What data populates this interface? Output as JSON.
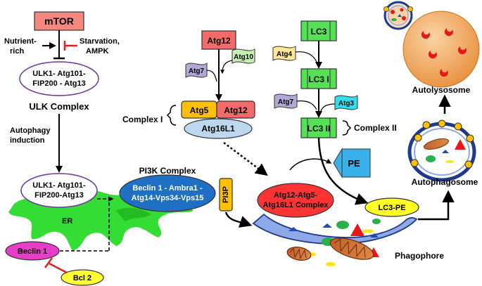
{
  "mtor": {
    "label": "mTOR"
  },
  "inputs": {
    "nutrient_line1": "Nutrient-",
    "nutrient_line2": "rich",
    "starvation_line1": "Starvation,",
    "starvation_line2": "AMPK"
  },
  "ulk_complex": {
    "line1": "ULK1- Atg101-",
    "line2": "FIP200 - Atg13",
    "title": "ULK Complex"
  },
  "autophagy_induction": {
    "line1": "Autophagy",
    "line2": "induction"
  },
  "ulk_active": {
    "line1": "ULK1- Atg101-",
    "line2": "FIP200-Atg13"
  },
  "er_label": "ER",
  "beclin1": "Beclin 1",
  "bcl2": "Bcl 2",
  "pi3k": {
    "title": "PI3K Complex",
    "line1": "Beclin 1 - Ambra1 -",
    "line2": "Atg14-Vps34-Vps15"
  },
  "pi3p": "PI3P",
  "atg12_pathway": {
    "atg12": "Atg12",
    "atg10": "Atg10",
    "atg7": "Atg7",
    "atg5": "Atg5",
    "atg12b": "Atg12",
    "atg16l1": "Atg16L1",
    "complex1": "Complex I"
  },
  "lc3_pathway": {
    "lc3": "LC3",
    "atg4": "Atg4",
    "lc3_1": "LC3 I",
    "atg7": "Atg7",
    "atg3": "Atg3",
    "lc3_2": "LC3 II",
    "complex2": "Complex II",
    "pe": "PE",
    "lc3pe": "LC3-PE"
  },
  "atg_complex": {
    "line1": "Atg12-Atg5-",
    "line2": "Atg16L1 Complex"
  },
  "phagophore": "Phagophore",
  "autophagosome": "Autophagosome",
  "autolysosome": "Autolysosome",
  "colors": {
    "mtor_fill": "#f4877f",
    "ulk_border": "#7030a0",
    "er_green": "#33dd33",
    "beclin_fill": "#e63ec8",
    "bcl2_fill": "#ffff33",
    "pi3k_fill": "#1f6fc5",
    "pi3p_fill": "#ffc000",
    "atg12_fill": "#f46a6a",
    "atg10_fill": "#c6efb0",
    "atg7_fill": "#b4a7d6",
    "atg5_fill": "#ffc000",
    "atg16_fill": "#bdd7ee",
    "lc3_fill": "#55e055",
    "atg4_fill": "#ffe699",
    "atg3_fill": "#33ddee",
    "pe_fill": "#3ab0e8",
    "complex_fill": "#ff3333",
    "lc3pe_fill": "#ffff22",
    "membrane_blue": "#8fa8e8",
    "lysosome_fill": "#f4a460"
  }
}
